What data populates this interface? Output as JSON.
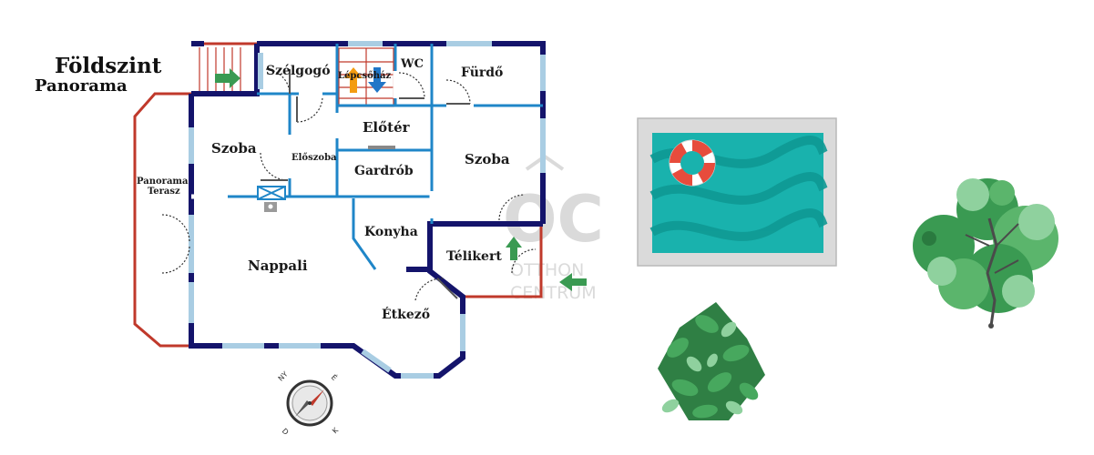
{
  "title": {
    "main": "Földszint",
    "sub": "Panorama"
  },
  "rooms": {
    "szelgogo": "Szélgogó",
    "lepcsohaz": "Lépcsőház",
    "wc": "WC",
    "furdo": "Fürdő",
    "szoba_left": "Szoba",
    "eloszoba": "Előszoba",
    "eloter": "Előtér",
    "gardrob": "Gardrób",
    "szoba_right": "Szoba",
    "panorama": "Panorama",
    "terasz": "Terasz",
    "konyha": "Konyha",
    "telikert": "Télikert",
    "nappali": "Nappali",
    "etkezo": "Étkező"
  },
  "compass": {
    "ny": "NY",
    "e": "É",
    "d": "D",
    "k": "K"
  },
  "watermark": {
    "logo": "OC",
    "line1": "OTTHON",
    "line2": "CENTRUM"
  },
  "colors": {
    "outer_wall": "#14146b",
    "inner_wall": "#1f86c8",
    "terrace_wall": "#c0392b",
    "window": "#a9cde3",
    "pool_water": "#19b2ad",
    "pool_frame": "#dadada",
    "green": "#3a9a52"
  },
  "icons": [
    "arrow-right-icon",
    "arrow-up-icon",
    "arrow-down-icon",
    "arrow-left-icon",
    "compass-icon",
    "pool-icon",
    "lifebuoy-icon",
    "tree-icon",
    "fireplace-icon"
  ]
}
